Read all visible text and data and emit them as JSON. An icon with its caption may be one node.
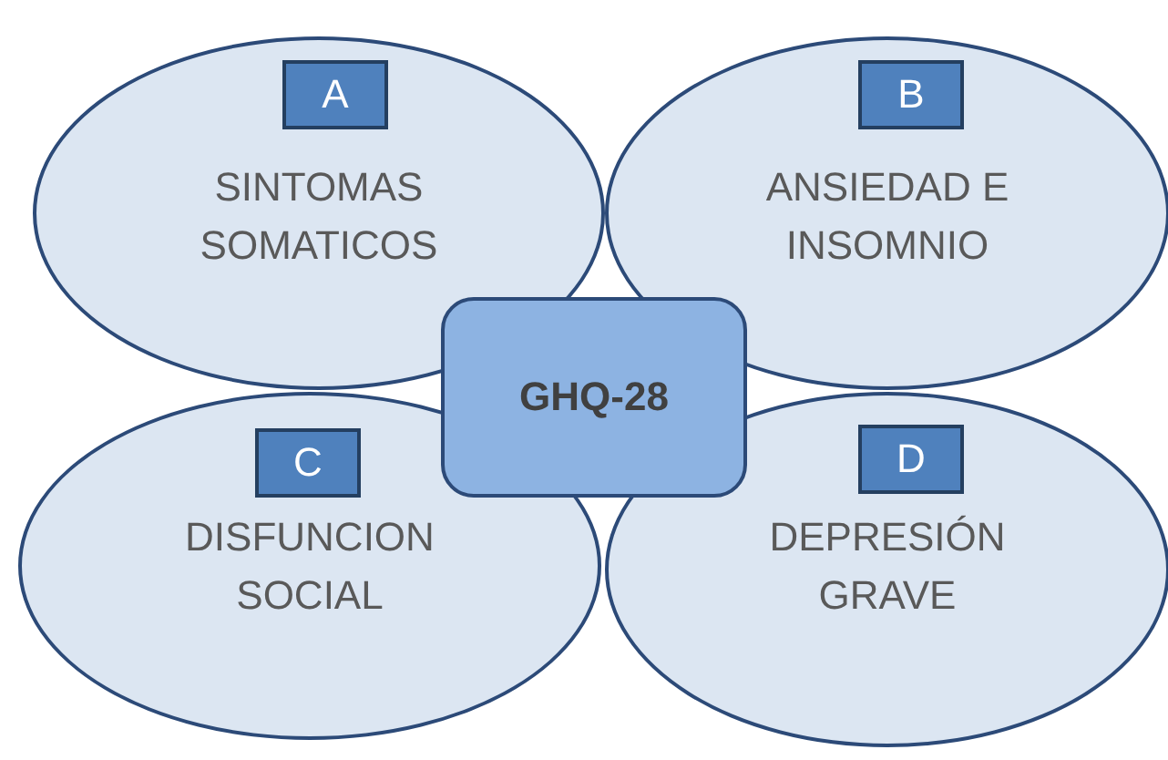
{
  "diagram": {
    "nodes": [
      {
        "text": [
          "SINTOMAS SOMATICOS"
        ]
      },
      {
        "text": [
          "A"
        ],
        "in": 0
      },
      {
        "text": [
          "ANSIEDAD E INSOMNIO"
        ]
      },
      {
        "text": [
          "B"
        ],
        "in": 2
      },
      {
        "text": [
          "GHQ-28"
        ]
      },
      {
        "text": [
          "DISFUNCION SOCIAL"
        ]
      },
      {
        "text": [
          "C"
        ],
        "in": 5
      },
      {
        "text": [
          "DEPRESIÓN GRAVE"
        ]
      },
      {
        "text": [
          "D"
        ],
        "in": 7
      }
    ]
  }
}
